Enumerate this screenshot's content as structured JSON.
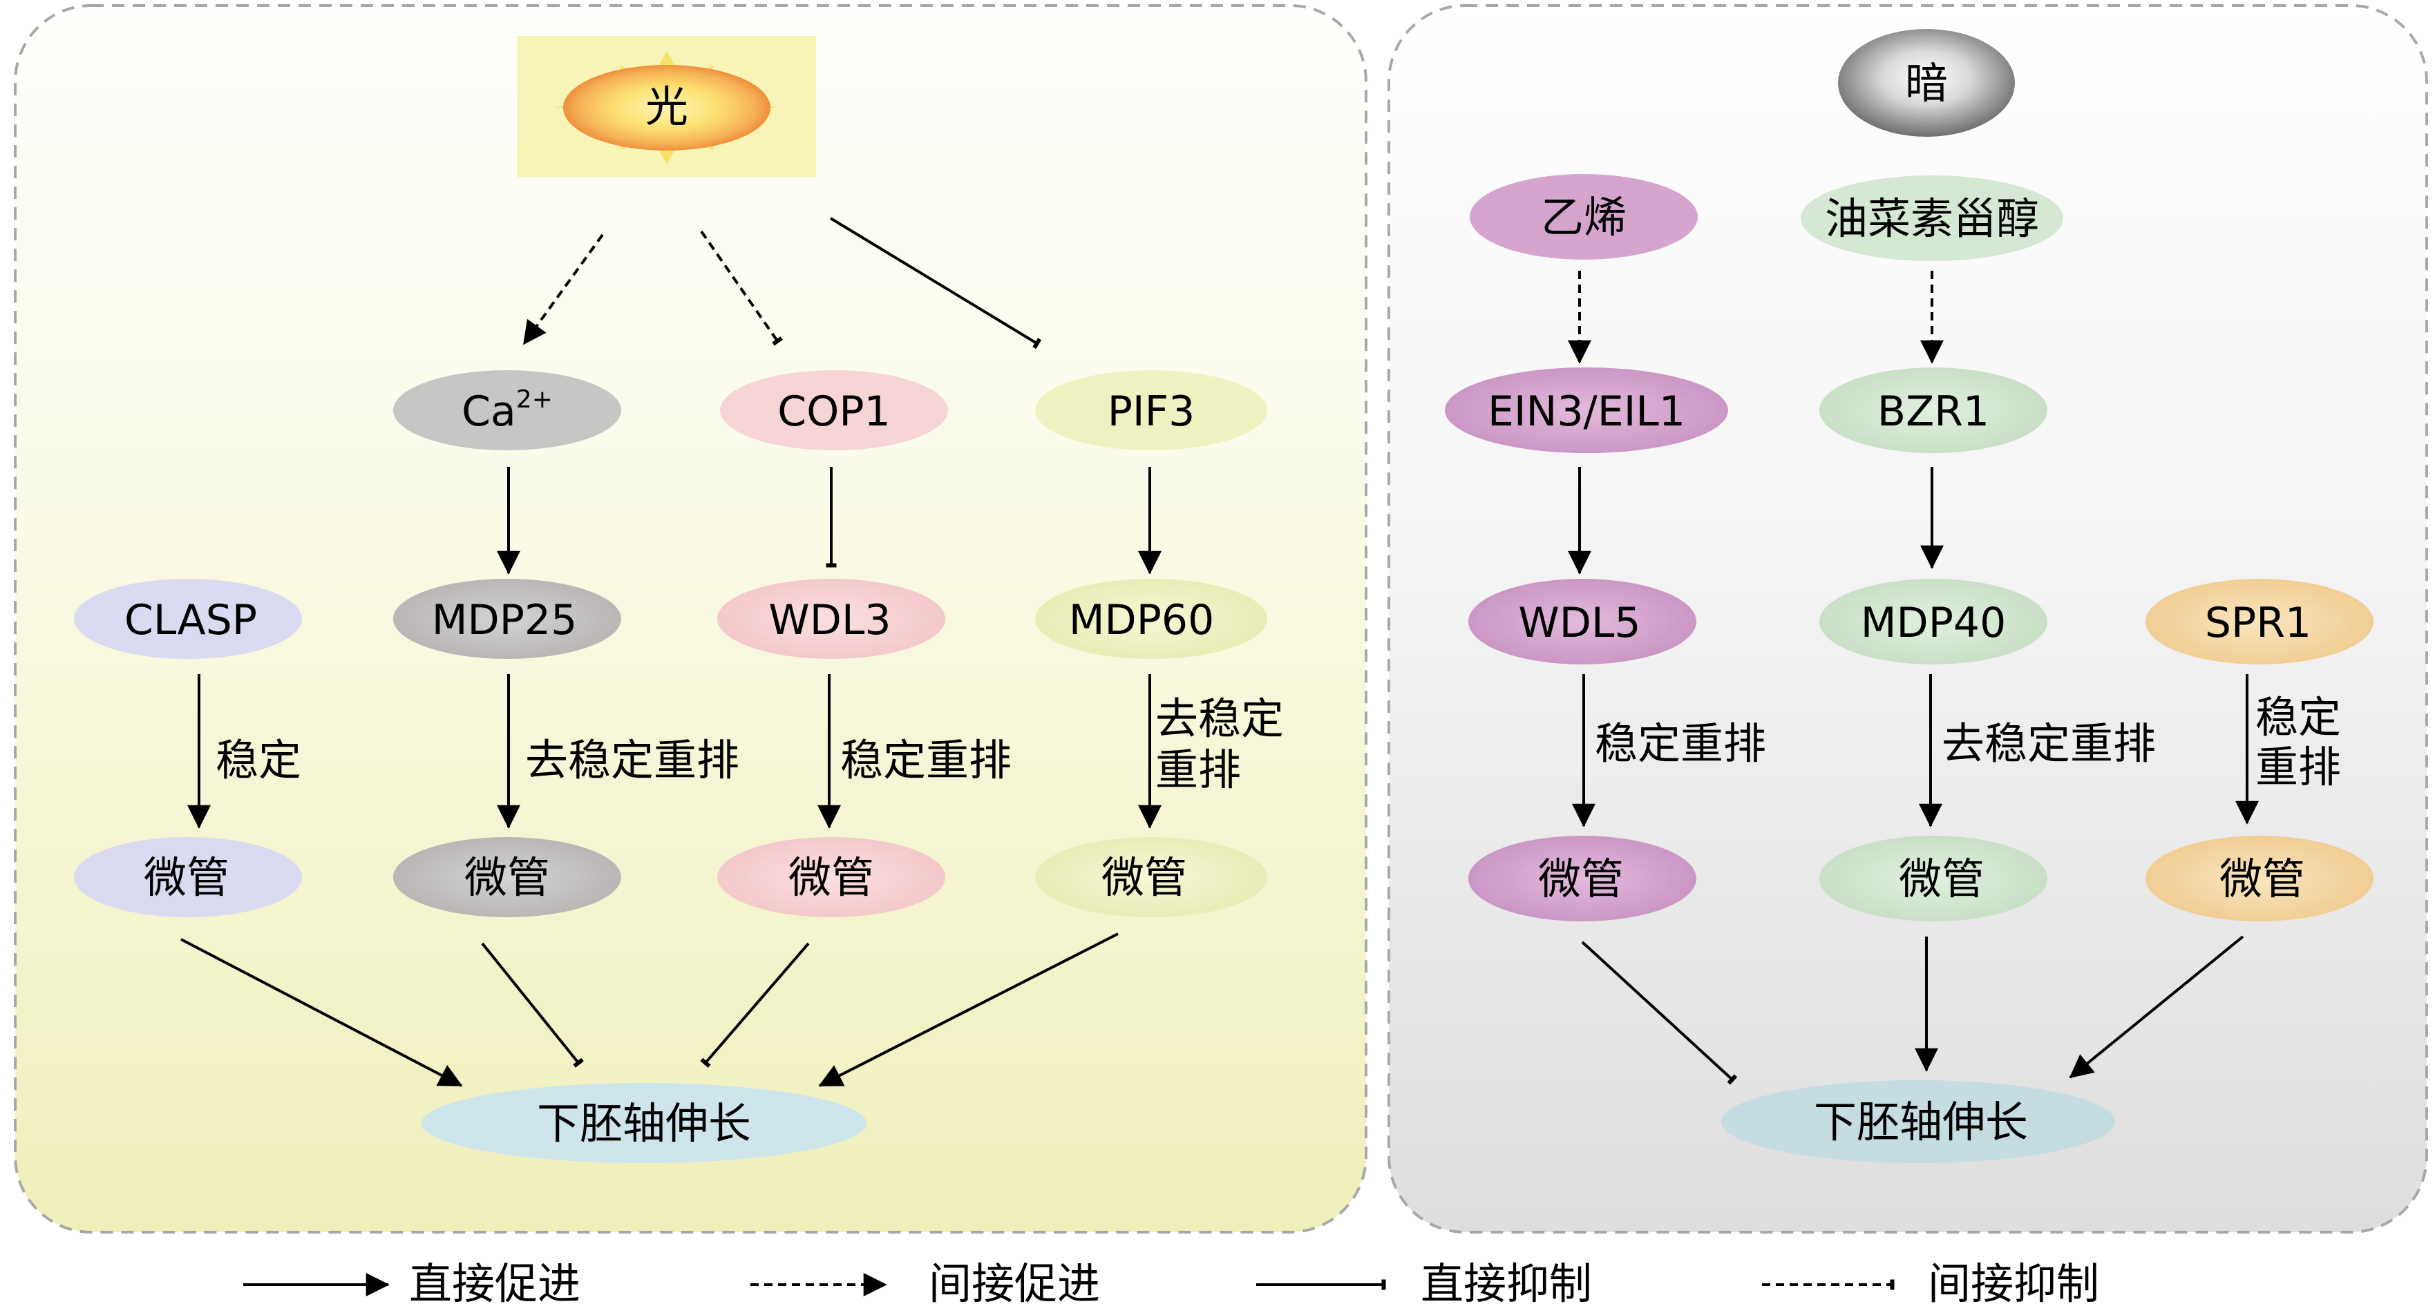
{
  "panels": {
    "light": {
      "source_label": "光",
      "nodes": {
        "ca": {
          "label": "Ca",
          "sup": "2+"
        },
        "cop1": {
          "label": "COP1"
        },
        "pif3": {
          "label": "PIF3"
        },
        "clasp": {
          "label": "CLASP"
        },
        "mdp25": {
          "label": "MDP25"
        },
        "wdl3": {
          "label": "WDL3"
        },
        "mdp60": {
          "label": "MDP60"
        },
        "mt1": {
          "label": "微管"
        },
        "mt2": {
          "label": "微管"
        },
        "mt3": {
          "label": "微管"
        },
        "mt4": {
          "label": "微管"
        },
        "target": {
          "label": "下胚轴伸长"
        }
      },
      "edge_labels": {
        "clasp": "稳定",
        "mdp25": "去稳定重排",
        "wdl3": "稳定重排",
        "mdp60_line1": "去稳定",
        "mdp60_line2": "重排"
      },
      "colors": {
        "panel_top": "#FEFEFC",
        "panel_bottom": "#EFEFBA",
        "sun_core": "#FDE070",
        "sun_ring": "#F39C4A",
        "sun_rays": "#F6E36C",
        "sun_box": "#F8F3B6",
        "ca": "#C8C6C5",
        "cop1": "#F7D4D6",
        "pif3": "#EFF2C0",
        "clasp": "#DADAF0",
        "target": "#CFE5EC"
      }
    },
    "dark": {
      "source_label": "暗",
      "nodes": {
        "ethylene": {
          "label": "乙烯"
        },
        "brassino": {
          "label": "油菜素甾醇"
        },
        "ein3": {
          "label": "EIN3/EIL1"
        },
        "bzr1": {
          "label": "BZR1"
        },
        "wdl5": {
          "label": "WDL5"
        },
        "mdp40": {
          "label": "MDP40"
        },
        "spr1": {
          "label": "SPR1"
        },
        "mt1": {
          "label": "微管"
        },
        "mt2": {
          "label": "微管"
        },
        "mt3": {
          "label": "微管"
        },
        "target": {
          "label": "下胚轴伸长"
        }
      },
      "edge_labels": {
        "wdl5": "稳定重排",
        "mdp40": "去稳定重排",
        "spr1_line1": "稳定",
        "spr1_line2": "重排"
      },
      "colors": {
        "panel_top": "#FFFFFF",
        "panel_bottom": "#DEDEDE",
        "dark_node": "#A8A8A8",
        "purple": "#D5A5CE",
        "green": "#D5E8D3",
        "orange": "#F5D9A9",
        "target": "#C5DCE1"
      }
    }
  },
  "legend": {
    "direct_promote": "直接促进",
    "indirect_promote": "间接促进",
    "direct_inhibit": "直接抑制",
    "indirect_inhibit": "间接抑制"
  }
}
